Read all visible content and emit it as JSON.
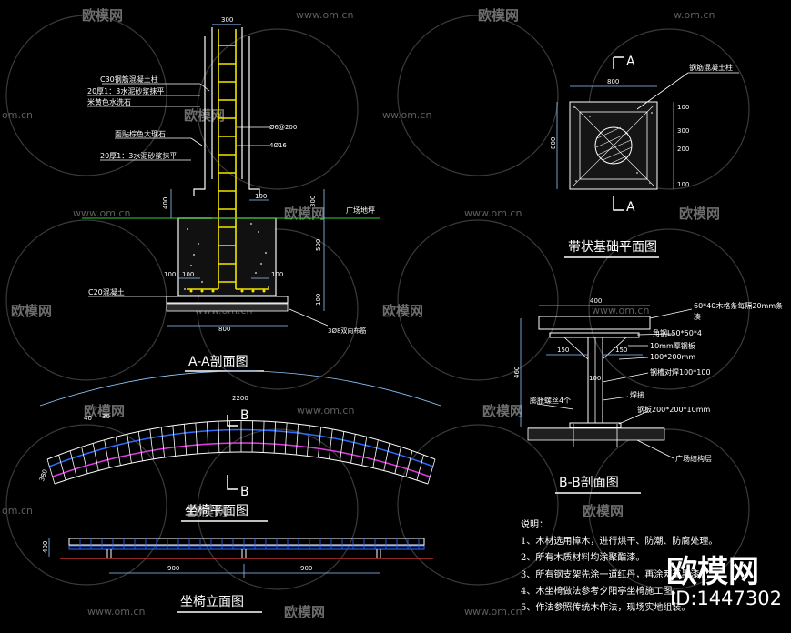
{
  "watermark": {
    "brand": "欧模网",
    "url": "www.om.cn",
    "url_short": "om.cn",
    "url_cut": "w.om.cn",
    "url_frag": "ww.om.cn"
  },
  "section_aa": {
    "title": "A-A剖面图",
    "dim_top": "300",
    "labels": [
      "C30钢筋混凝土柱",
      "20厚1：3水泥砂浆抹平",
      "米黄色水洗石",
      "面贴棕色大理石",
      "20厚1：3水泥砂浆抹平",
      "C20混凝土",
      "广场地坪"
    ],
    "rebar1": "Ø6@200",
    "rebar2": "4Ø16",
    "rebar3": "3Ø8双向布筋",
    "dims": [
      "400",
      "100",
      "100",
      "300",
      "500",
      "100",
      "100",
      "100",
      "800"
    ]
  },
  "strip_plan": {
    "title": "带状基础平面图",
    "mark_a": "A",
    "dim_w": "800",
    "dim_h": "800",
    "right_dims": [
      "100",
      "300",
      "200",
      "100"
    ],
    "label": "钢筋混凝土柱"
  },
  "section_bb": {
    "title": "B-B剖面图",
    "dim_top": "400",
    "dim_left": "460",
    "dim_150a": "150",
    "dim_150b": "150",
    "dim_100": "100",
    "labels": [
      "60*40木格条每隔20mm条",
      "凑",
      "角钢L50*50*4",
      "10mm厚钢板",
      "100*200mm",
      "钢槽对焊100*100",
      "焊接",
      "膨胀螺丝4个",
      "钢板200*200*10mm",
      "广场结构层"
    ]
  },
  "bench_plan": {
    "title": "坐椅平面图",
    "mark_b": "B",
    "dim_total": "2200",
    "dim_a": "40",
    "dim_b": "30",
    "dim_depth": "380"
  },
  "bench_elev": {
    "title": "坐椅立面图",
    "dim_h": "400",
    "dim_a": "900",
    "dim_b": "900"
  },
  "notes": {
    "heading": "说明：",
    "items": [
      "1、木材选用樟木，进行烘干、防潮、防腐处理。",
      "2、所有木质材料均涂聚酯漆。",
      "3、所有钢支架先涂一道红丹，再涂两道黑漆。",
      "4、木坐椅做法参考夕阳亭坐椅施工图。",
      "5、作法参照传统木作法，现场实地组装。"
    ]
  },
  "brand_badge": {
    "name": "欧模网",
    "id": "ID:1447302"
  }
}
